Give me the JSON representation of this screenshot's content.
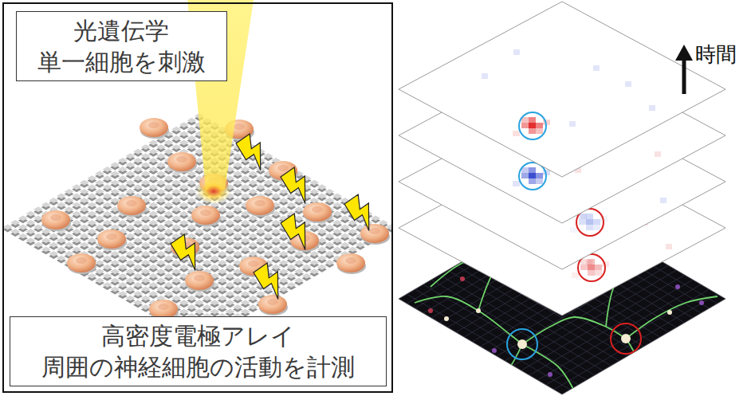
{
  "diagram": {
    "nodes": [
      {
        "text": [
          "光遺伝学",
          "単一細胞を刺激"
        ]
      },
      {
        "text": [
          "高密度電極アレイ",
          "周囲の神経細胞の活動を計測"
        ]
      }
    ],
    "labels": [
      "時間"
    ]
  }
}
